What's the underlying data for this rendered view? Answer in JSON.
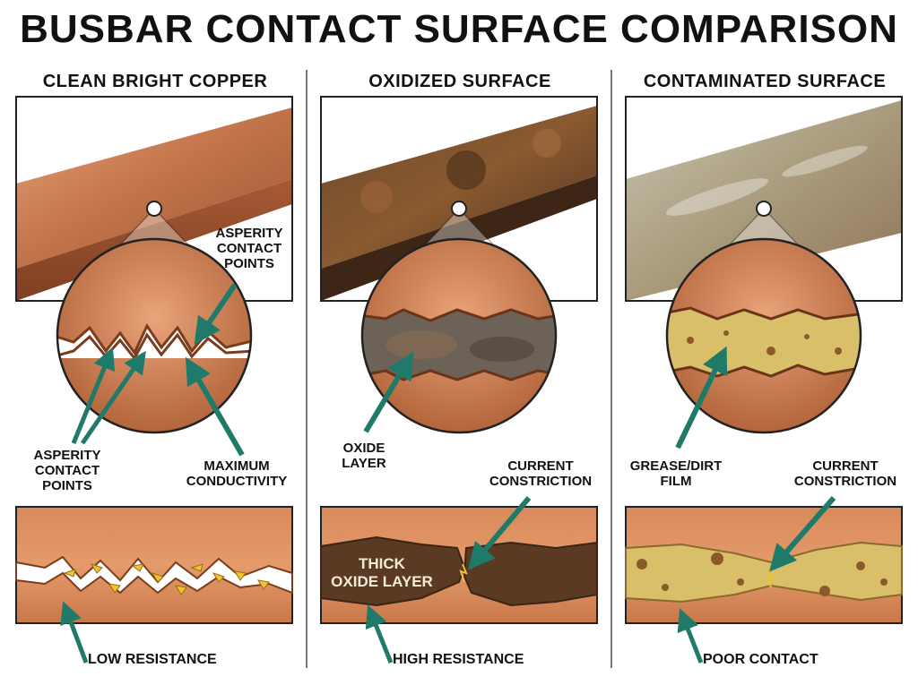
{
  "title": "BUSBAR CONTACT SURFACE COMPARISON",
  "panels": [
    {
      "heading": "CLEAN BRIGHT COPPER",
      "callouts": {
        "top_right": "ASPERITY\nCONTACT\nPOINTS",
        "bottom_left": "ASPERITY\nCONTACT\nPOINTS",
        "bottom_right": "MAXIMUM\nCONDUCTIVITY"
      },
      "bottom_label": "LOW RESISTANCE"
    },
    {
      "heading": "OXIDIZED SURFACE",
      "callouts": {
        "left": "OXIDE\nLAYER",
        "right": "CURRENT\nCONSTRICTION"
      },
      "inner_label": "THICK\nOXIDE LAYER",
      "bottom_label": "HIGH RESISTANCE"
    },
    {
      "heading": "CONTAMINATED SURFACE",
      "callouts": {
        "left": "GREASE/DIRT\nFILM",
        "right": "CURRENT\nCONSTRICTION"
      },
      "bottom_label": "POOR CONTACT"
    }
  ],
  "colors": {
    "copper": "#c8774a",
    "copper_light": "#e6a57a",
    "oxide": "#5a3a22",
    "grease": "#d9bf6a",
    "arrow": "#1f7a6a",
    "electron": "#f1c232"
  }
}
